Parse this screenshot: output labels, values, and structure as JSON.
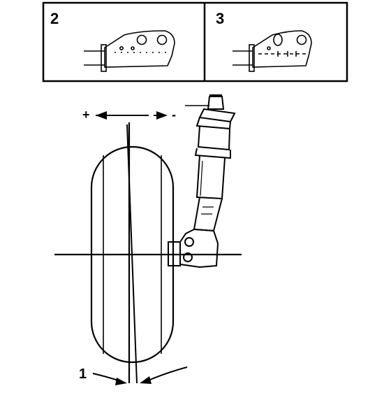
{
  "panels": [
    {
      "label": "2"
    },
    {
      "label": "3"
    }
  ],
  "callouts": {
    "camber_angle": "1"
  },
  "adjustment_arrow": {
    "plus_sign": "+",
    "minus_sign": "-"
  },
  "colors": {
    "ink": "#000000",
    "paper": "#ffffff"
  }
}
